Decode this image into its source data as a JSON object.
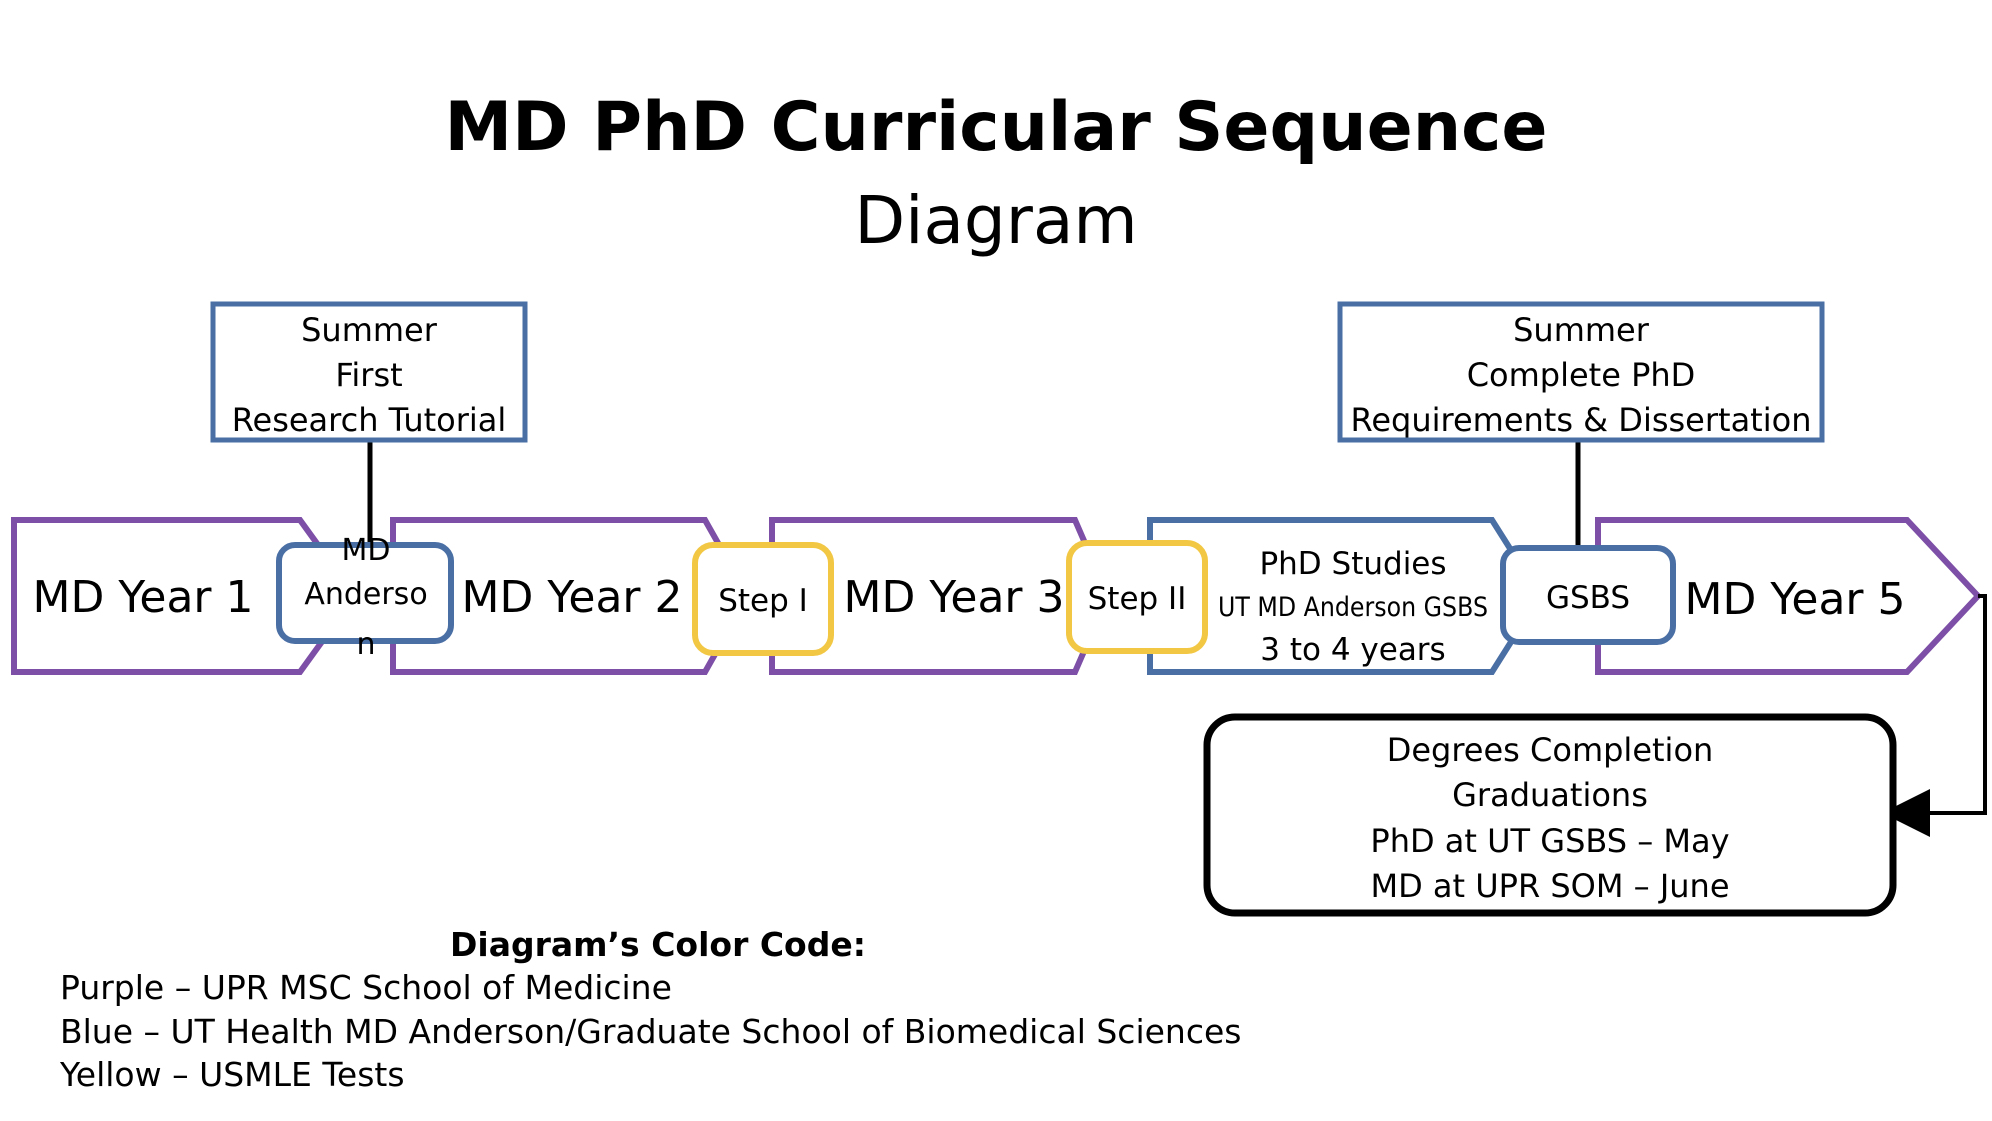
{
  "title": "MD PhD Curricular Sequence",
  "subtitle": "Diagram",
  "colors": {
    "purple": "#7d4fa6",
    "blue": "#4a6fa5",
    "yellow": "#f2c744",
    "black": "#000000"
  },
  "summer_boxes": [
    {
      "lines": [
        "Summer",
        "First",
        "Research Tutorial"
      ]
    },
    {
      "lines": [
        "Summer",
        "Complete PhD",
        "Requirements & Dissertation"
      ]
    }
  ],
  "stages": [
    {
      "label": "MD Year 1",
      "color": "purple"
    },
    {
      "label": "MD Year 2",
      "color": "purple"
    },
    {
      "label": "MD Year 3",
      "color": "purple"
    },
    {
      "lines": [
        "PhD Studies",
        "UT MD Anderson GSBS",
        "3 to 4 years"
      ],
      "color": "blue"
    },
    {
      "label": "MD Year 5",
      "color": "purple"
    }
  ],
  "connectors": [
    {
      "lines": [
        "MD",
        "Anderso",
        "n"
      ],
      "color": "blue"
    },
    {
      "lines": [
        "Step I"
      ],
      "color": "yellow"
    },
    {
      "lines": [
        "Step II"
      ],
      "color": "yellow"
    },
    {
      "lines": [
        "GSBS"
      ],
      "color": "blue"
    }
  ],
  "completion": {
    "lines": [
      "Degrees Completion",
      "Graduations",
      "PhD at UT GSBS – May",
      "MD at UPR SOM – June"
    ]
  },
  "legend": {
    "title": "Diagram’s Color Code:",
    "items": [
      "Purple – UPR MSC School of Medicine",
      "Blue – UT Health MD Anderson/Graduate School of Biomedical Sciences",
      "Yellow – USMLE Tests"
    ]
  }
}
